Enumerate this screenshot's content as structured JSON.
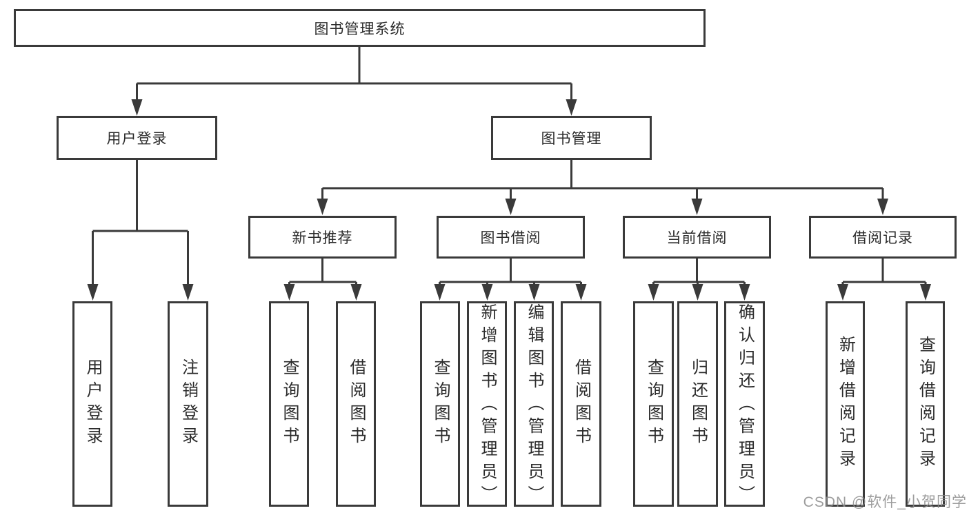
{
  "nodes": {
    "root": "图书管理系统",
    "level2": [
      "用户登录",
      "图书管理"
    ],
    "level3": [
      "新书推荐",
      "图书借阅",
      "当前借阅",
      "借阅记录"
    ],
    "leaves": {
      "login": [
        "用户登录",
        "注销登录"
      ],
      "recommend": [
        "查询图书",
        "借阅图书"
      ],
      "borrow": [
        "查询图书",
        "新增图书（管理员）",
        "编辑图书（管理员）",
        "借阅图书"
      ],
      "current": [
        "查询图书",
        "归还图书",
        "确认归还（管理员）"
      ],
      "records": [
        "新增借阅记录",
        "查询借阅记录"
      ]
    }
  },
  "watermark": "CSDN @软件_小贺同学",
  "colors": {
    "line": "#3a3a3a",
    "box_border": "#3a3a3a",
    "text": "#2b2b2b",
    "background": "#ffffff",
    "watermark": "#8c8c8c"
  }
}
